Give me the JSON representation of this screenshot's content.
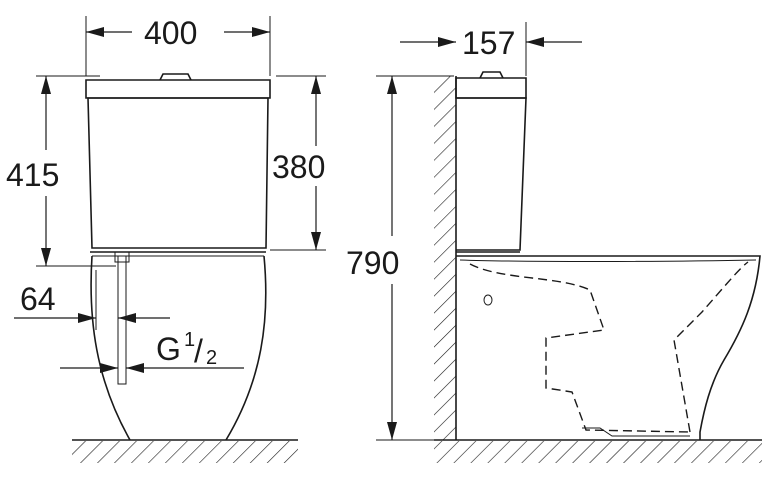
{
  "dimensions": {
    "tank_width": "400",
    "tank_depth": "157",
    "tank_top_height": "415",
    "tank_height": "380",
    "total_height": "790",
    "inlet_offset": "64",
    "inlet_thread_main": "G",
    "inlet_thread_num": "1",
    "inlet_thread_slash": "/",
    "inlet_thread_den": "2"
  },
  "colors": {
    "line": "#1a1a1a",
    "background": "#ffffff"
  }
}
